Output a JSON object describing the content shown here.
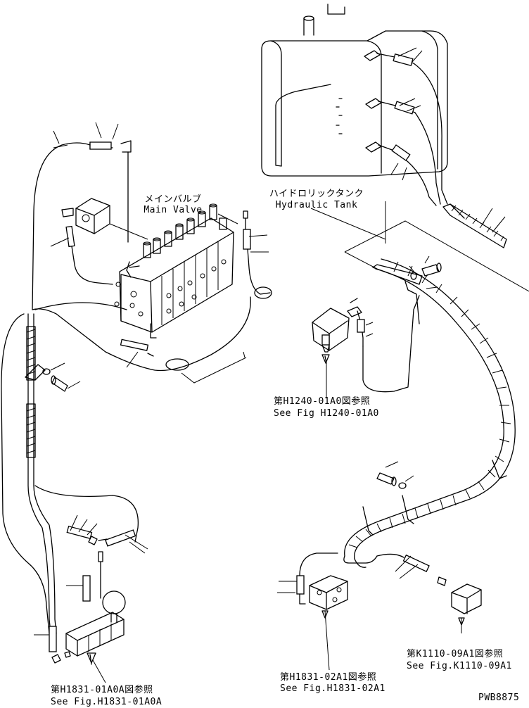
{
  "labels": {
    "main_valve_jp": "メインバルブ",
    "main_valve_en": "Main Valve",
    "hydraulic_tank_jp": "ハイドロリックタンク",
    "hydraulic_tank_en": "Hydraulic Tank",
    "ref_h1240_jp": "第H1240-01A0図参照",
    "ref_h1240_en": "See Fig H1240-01A0",
    "ref_h1831_01_jp": "第H1831-01A0A図参照",
    "ref_h1831_01_en": "See Fig.H1831-01A0A",
    "ref_h1831_02_jp": "第H1831-02A1図参照",
    "ref_h1831_02_en": "See Fig.H1831-02A1",
    "ref_k1110_jp": "第K1110-09A1図参照",
    "ref_k1110_en": "See Fig.K1110-09A1",
    "drawing_code": "PWB8875"
  }
}
